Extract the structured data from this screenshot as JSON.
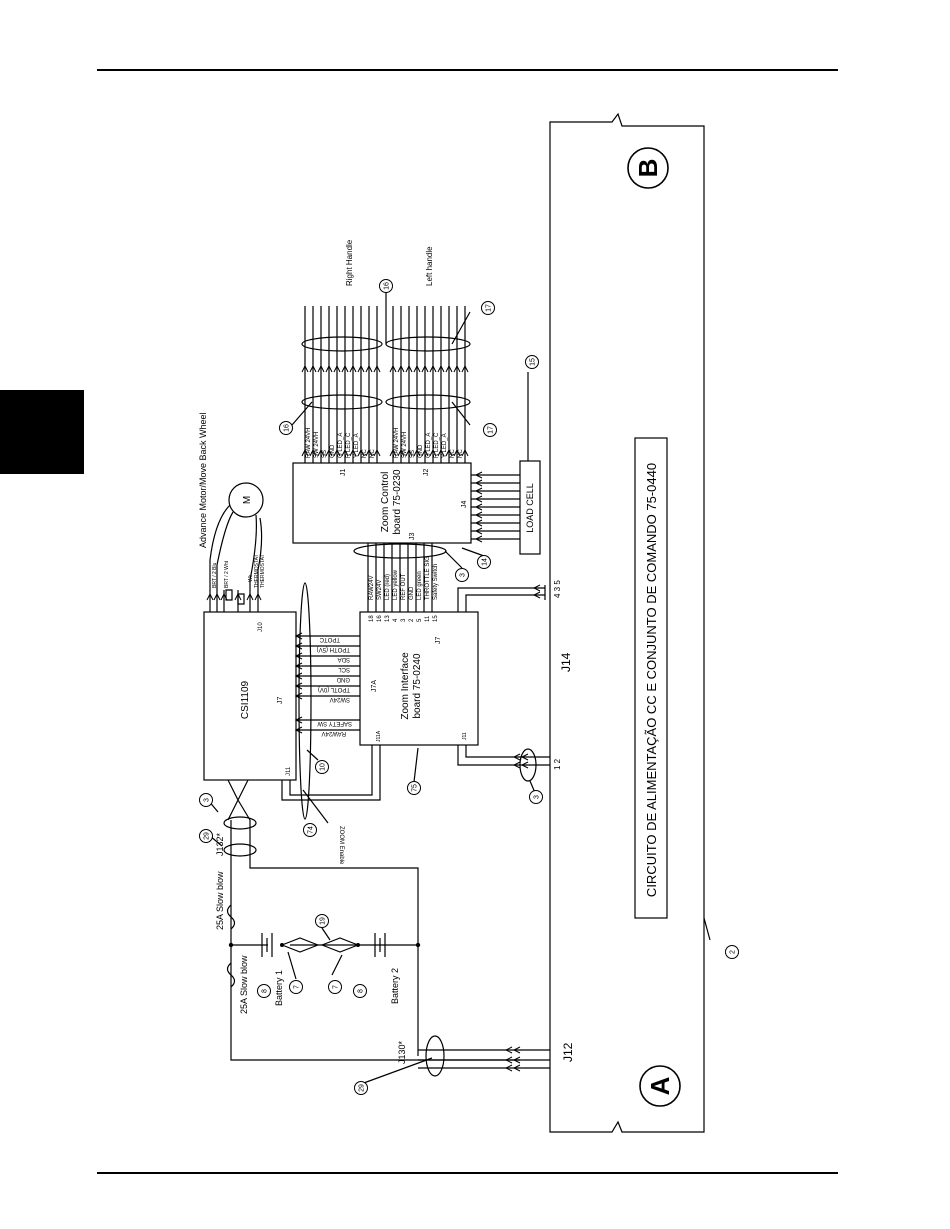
{
  "diagram": {
    "caption": "CIRCUITO DE ALIMENTAÇÃO CC E CONJUNTO DE COMANDO 75-0440",
    "markers": {
      "a": "A",
      "b": "B"
    },
    "connectors": {
      "j12": "J12",
      "j14": "J14",
      "j130": "J130*",
      "j132": "J132*",
      "j14_pins_top": "4 3 5",
      "j14_pins_bottom": "1 2"
    },
    "fuses": {
      "upper": "25A Slow blow",
      "lower": "25A Slow blow"
    },
    "batteries": {
      "b1": "Battery 1",
      "b2": "Battery 2"
    },
    "motor": {
      "title": "Advance Motor/Move Back Wheel",
      "symbol": "M"
    },
    "boards": {
      "csi": {
        "name": "CSI1109",
        "j7": "J7",
        "j10": "J10",
        "j11": "J11"
      },
      "interface": {
        "name": "Zoom Interface",
        "number": "board 75-0240",
        "j7": "J7",
        "j7a": "J7A",
        "j11a": "J11A",
        "j11": "J11"
      },
      "control": {
        "name": "Zoom Control",
        "number": "board 75-0230",
        "j1": "J1",
        "j2": "J2",
        "j3": "J3",
        "j4": "J4"
      },
      "load_cell": "LOAD CELL"
    },
    "handles": {
      "right": "Right Handle",
      "left": "Left handle"
    },
    "zoom_enable": "ZOOM Enable",
    "csi_signals": [
      "TPOTC",
      "TPOTH (5V)",
      "SDA",
      "SCL",
      "GND",
      "TPOTL (0V)",
      "SW24V",
      "SAFETY SW",
      "RAW24V"
    ],
    "motor_signals": [
      "BRT / 2 Blu",
      "BRT / 2 Wht",
      "Wk",
      "THERMOSTAT",
      "THERMOSTAT"
    ],
    "j1_signals": [
      "RAW 24VH",
      "SW 24VH",
      "SS",
      "GND",
      "G LED_A",
      "R LED_C",
      "Y LED_A",
      "NC",
      "NC"
    ],
    "j2_signals": [
      "RAW 24VH",
      "SW 24VH",
      "SS",
      "GND",
      "G LED_A",
      "R LED_C",
      "Y LED_A",
      "NC",
      "NC"
    ],
    "j3_signals": [
      "RAW24V",
      "SW24V",
      "LED (red)",
      "LED yellow",
      "REF OUT",
      "GND",
      "LED green",
      "THROTTLE SIG",
      "Safety Switch"
    ],
    "j3_pins": [
      "18",
      "16",
      "13",
      "4",
      "3",
      "2",
      "5",
      "11",
      "15"
    ],
    "callouts": [
      "2",
      "3",
      "3",
      "3",
      "7",
      "7",
      "8",
      "8",
      "10",
      "14",
      "15",
      "16",
      "16",
      "17",
      "17",
      "19",
      "29",
      "29",
      "74",
      "75"
    ]
  }
}
